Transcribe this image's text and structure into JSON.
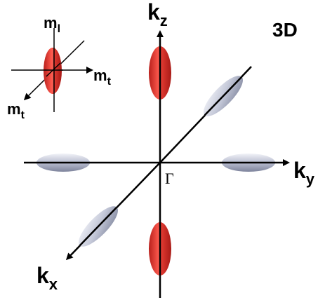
{
  "dimension_label": "3D",
  "axes": {
    "kz": {
      "main": "k",
      "sub": "z"
    },
    "ky": {
      "main": "k",
      "sub": "y"
    },
    "kx": {
      "main": "k",
      "sub": "x"
    },
    "origin": "Γ"
  },
  "inset": {
    "ml": {
      "main": "m",
      "sub": "l"
    },
    "mt_right": {
      "main": "m",
      "sub": "t"
    },
    "mt_diag": {
      "main": "m",
      "sub": "t"
    }
  },
  "colors": {
    "red_valley": "#e03a32",
    "gray_valley": "#b8bdd0",
    "axis": "#000000"
  }
}
